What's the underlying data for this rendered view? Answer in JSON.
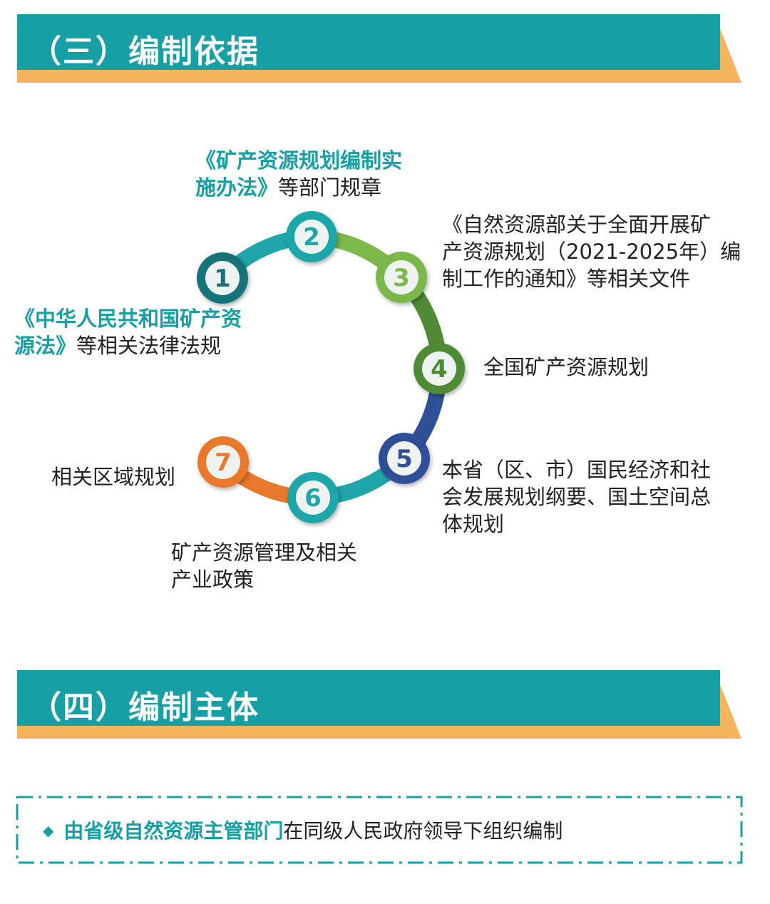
{
  "section3": {
    "title": "（三）编制依据"
  },
  "section4": {
    "title": "（四）编制主体"
  },
  "colors": {
    "teal": "#16a0a5",
    "orange": "#f3b45d"
  },
  "nodes": [
    {
      "number": "1",
      "color": "#17737a"
    },
    {
      "number": "2",
      "color": "#1ea6aa"
    },
    {
      "number": "3",
      "color": "#7cb84a"
    },
    {
      "number": "4",
      "color": "#4f8a35"
    },
    {
      "number": "5",
      "color": "#2f4f97"
    },
    {
      "number": "6",
      "color": "#1ea6aa"
    },
    {
      "number": "7",
      "color": "#e8782a"
    }
  ],
  "labels": {
    "n1": {
      "highlight_line1": "《中华人民共和国矿产资",
      "highlight_line2": "源法》",
      "rest": "等相关法律法规"
    },
    "n2": {
      "highlight_line1": "《矿产资源规划编制实",
      "highlight_line2": "施办法》",
      "rest": "等部门规章"
    },
    "n3": {
      "line1": "《自然资源部关于全面开展矿",
      "line2": "产资源规划（2021-2025年）编",
      "line3": "制工作的通知》等相关文件"
    },
    "n4": {
      "line1": "全国矿产资源规划"
    },
    "n5": {
      "line1": "本省（区、市）国民经济和社",
      "line2": "会发展规划纲要、国土空间总",
      "line3": "体规划"
    },
    "n6": {
      "line1": "矿产资源管理及相关",
      "line2": "产业政策"
    },
    "n7": {
      "line1": "相关区域规划"
    }
  },
  "note": {
    "highlight": "由省级自然资源主管部门",
    "rest": "在同级人民政府领导下组织编制"
  }
}
